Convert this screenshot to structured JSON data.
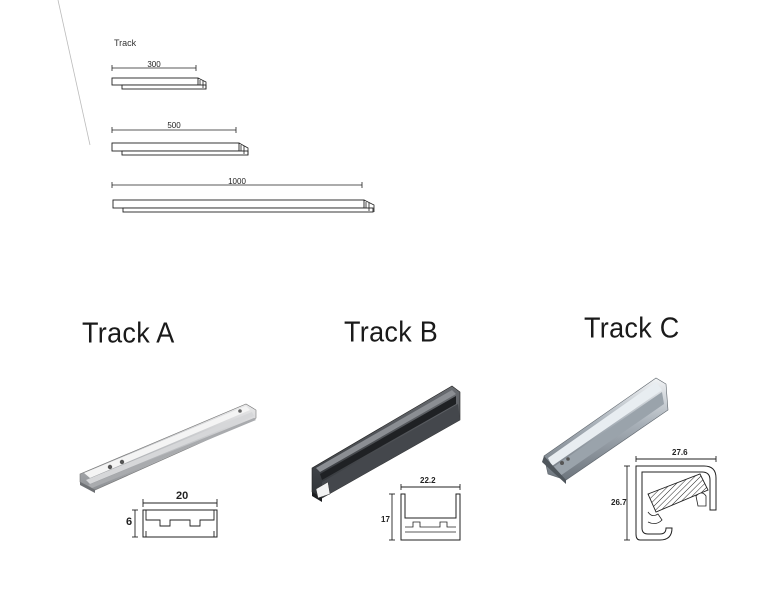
{
  "header": {
    "label": "Track"
  },
  "lengths": [
    {
      "label": "300"
    },
    {
      "label": "500"
    },
    {
      "label": "1000"
    }
  ],
  "tracks": [
    {
      "title": "Track A",
      "width": "20",
      "height": "6"
    },
    {
      "title": "Track B",
      "width": "22.2",
      "height": "17"
    },
    {
      "title": "Track C",
      "width": "27.6",
      "height": "26.7"
    }
  ]
}
